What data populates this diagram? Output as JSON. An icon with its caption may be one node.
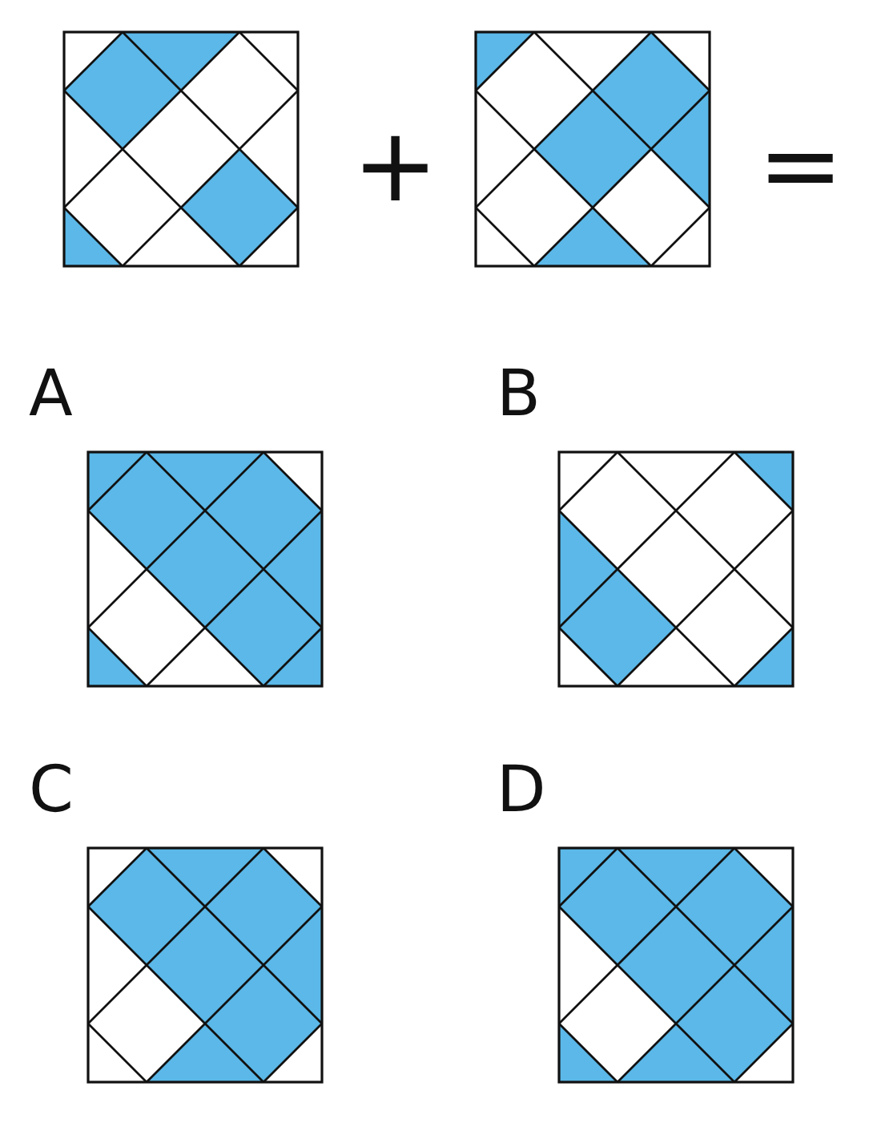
{
  "diagram": {
    "labels": [
      "+",
      "=",
      "A",
      "B",
      "C",
      "D"
    ]
  }
}
